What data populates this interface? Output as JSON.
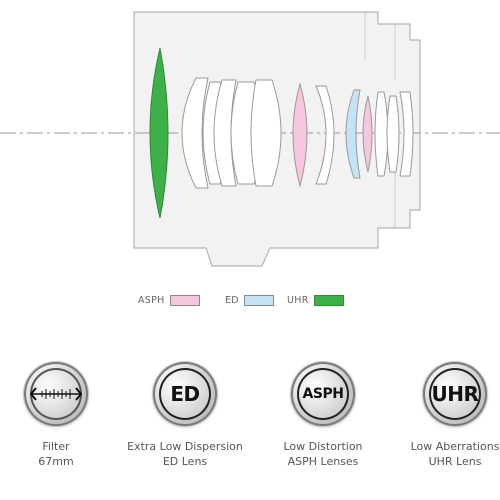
{
  "legend": [
    {
      "label": "ASPH",
      "color": "#f6c6dc"
    },
    {
      "label": "ED",
      "color": "#c4e4f5"
    },
    {
      "label": "UHR",
      "color": "#3eb049"
    }
  ],
  "features": [
    {
      "icon": "filter-thread-icon",
      "badge_text": "",
      "line1": "Filter",
      "line2": "67mm"
    },
    {
      "icon": "ed-badge-icon",
      "badge_text": "ED",
      "line1": "Extra Low Dispersion",
      "line2": "ED Lens"
    },
    {
      "icon": "asph-badge-icon",
      "badge_text": "ASPH",
      "line1": "Low Distortion",
      "line2": "ASPH Lenses"
    },
    {
      "icon": "uhr-badge-icon",
      "badge_text": "UHR",
      "line1": "Low Aberrations",
      "line2": "UHR Lens"
    }
  ],
  "colors": {
    "barrel_fill": "#f2f2f2",
    "barrel_stroke": "#b5b5b5",
    "element_stroke": "#9a9a9a",
    "axis": "#9a9a9a"
  }
}
